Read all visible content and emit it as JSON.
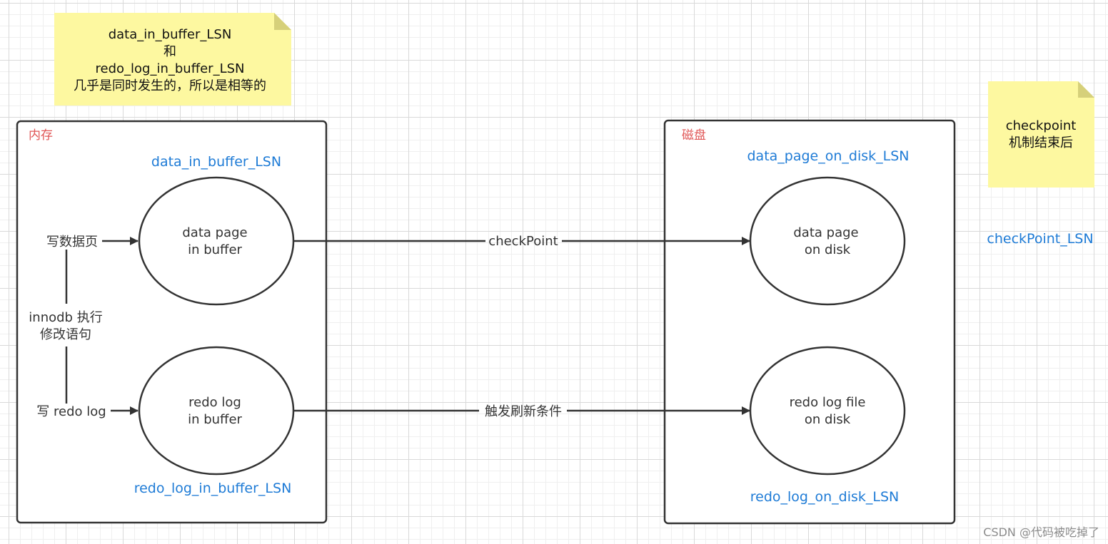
{
  "memory_box": {
    "title": "内存",
    "data_lsn_label": "data_in_buffer_LSN",
    "redo_lsn_label": "redo_log_in_buffer_LSN",
    "data_page_node": [
      "data page",
      "in buffer"
    ],
    "redo_log_node": [
      "redo log",
      "in buffer"
    ],
    "write_data_label": "写数据页",
    "write_redo_label": "写 redo log",
    "innodb_label": [
      "innodb 执行",
      "修改语句"
    ]
  },
  "disk_box": {
    "title": "磁盘",
    "data_lsn_label": "data_page_on_disk_LSN",
    "redo_lsn_label": "redo_log_on_disk_LSN",
    "data_page_node": [
      "data page",
      "on disk"
    ],
    "redo_log_node": [
      "redo log file",
      "on disk"
    ]
  },
  "edges": {
    "checkpoint_label": "checkPoint",
    "flush_label": "触发刷新条件"
  },
  "notes": {
    "top": [
      "data_in_buffer_LSN",
      "和",
      "redo_log_in_buffer_LSN",
      "几乎是同时发生的，所以是相等的"
    ],
    "right": [
      "checkpoint",
      "机制结束后"
    ]
  },
  "checkpoint_lsn_label": "checkPoint_LSN",
  "watermark": "CSDN @代码被吃掉了",
  "colors": {
    "box_stroke": "#333333",
    "lsn_label": "#1e7bd6",
    "box_title": "#e05656",
    "note_fill": "#fdf8a0",
    "note_fold": "#d6d07a"
  }
}
